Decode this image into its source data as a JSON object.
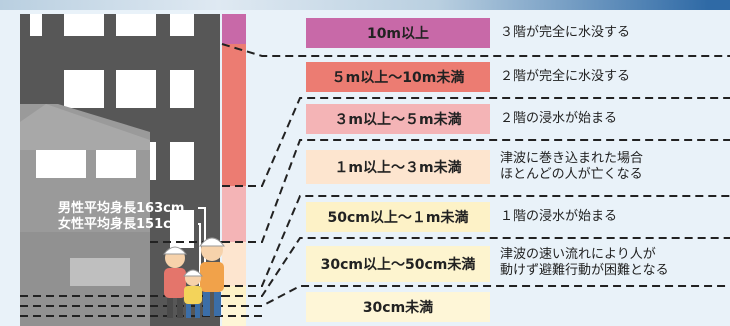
{
  "levels": [
    {
      "label": "10m以上",
      "desc_lines": [
        "３階が完全に水没する"
      ],
      "color": "#c869a8"
    },
    {
      "label": "５m以上～10m未満",
      "desc_lines": [
        "２階が完全に水没する"
      ],
      "color": "#ec7c72"
    },
    {
      "label": "３m以上～５m未満",
      "desc_lines": [
        "２階の浸水が始まる"
      ],
      "color": "#f4b4b6"
    },
    {
      "label": "１m以上～３m未満",
      "desc_lines": [
        "津波に巻き込まれた場合",
        "ほとんどの人が亡くなる"
      ],
      "color": "#fde5cf"
    },
    {
      "label": "50cm以上～１m未満",
      "desc_lines": [
        "１階の浸水が始まる"
      ],
      "color": "#fdf2c7"
    },
    {
      "label": "30cm以上～50cm未満",
      "desc_lines": [
        "津波の速い流れにより人が",
        "動けず避難行動が困難となる"
      ],
      "color": "#fdf4cf"
    },
    {
      "label": "30cm未満",
      "desc_lines": [],
      "color": "#fef6d7"
    }
  ],
  "heights": {
    "male": "男性平均身長163cm",
    "female": "女性平均身長151cm"
  },
  "colors": {
    "building_dark": "#575757",
    "building_mid": "#6b6b6b",
    "house": "#9a9a9a",
    "window": "#ffffff",
    "dash": "#222222"
  }
}
